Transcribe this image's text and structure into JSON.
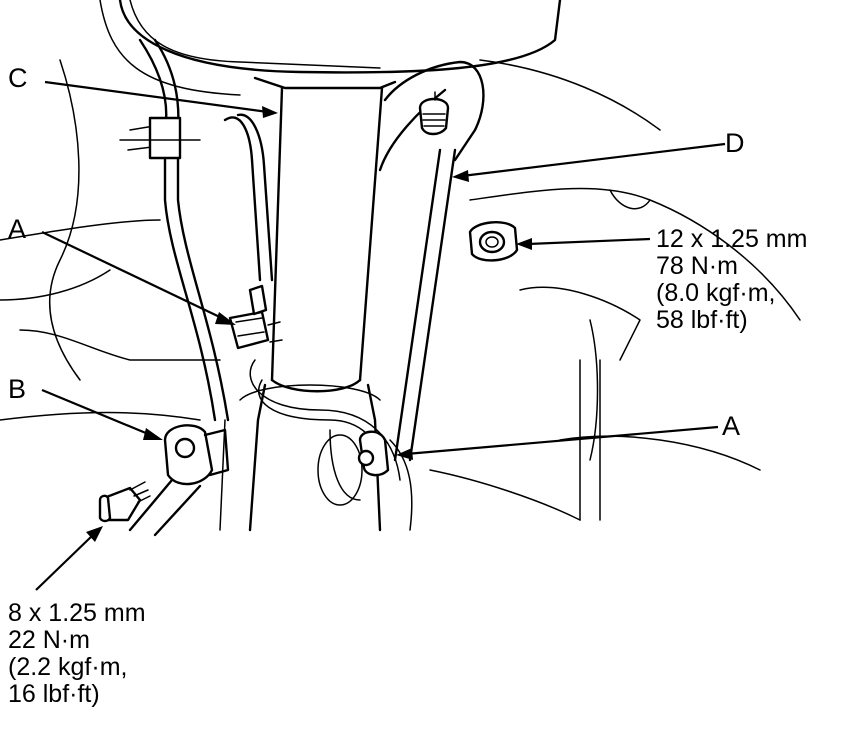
{
  "diagram": {
    "callouts": {
      "c": "C",
      "a_top": "A",
      "b": "B",
      "d": "D",
      "a_right": "A"
    },
    "specs": {
      "nut": [
        "12 x 1.25 mm",
        "78 N·m",
        "(8.0 kgf·m,",
        "58 lbf·ft)"
      ],
      "bolt": [
        "8 x 1.25 mm",
        "22 N·m",
        "(2.2 kgf·m,",
        "16 lbf·ft)"
      ]
    }
  }
}
